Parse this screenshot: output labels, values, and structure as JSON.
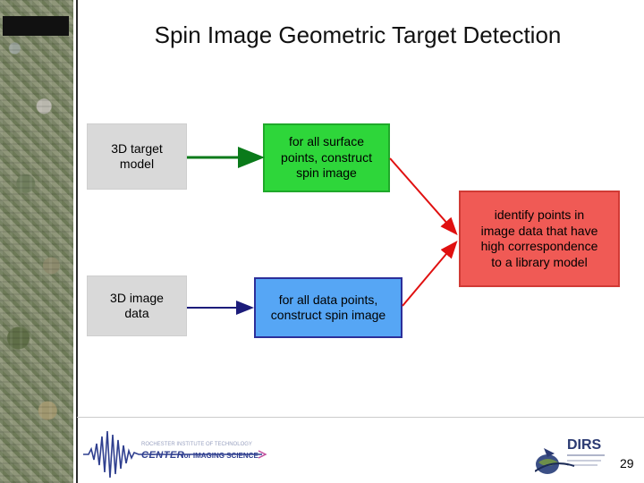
{
  "slide": {
    "title": "Spin Image Geometric Target Detection",
    "page_number": "29"
  },
  "boxes": {
    "target_model": "3D target\nmodel",
    "surface_points": "for all surface\npoints, construct\nspin image",
    "identify": "identify points in\nimage data that have\nhigh correspondence\nto a library model",
    "image_data": "3D image\ndata",
    "data_points": "for all data points,\nconstruct spin image"
  },
  "logos": {
    "cis_small": "ROCHESTER INSTITUTE OF TECHNOLOGY",
    "cis_center": "CENTER",
    "cis_rest": "for IMAGING SCIENCE",
    "dirs": "DIRS"
  },
  "colors": {
    "green_arrow": "#0a7a1a",
    "red_arrow": "#e01010",
    "blue_arrow": "#1c1c7a"
  }
}
